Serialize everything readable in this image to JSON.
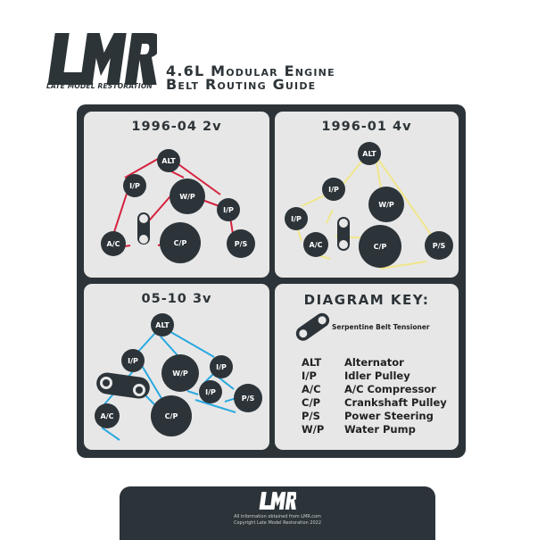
{
  "brand": {
    "logo_text": "LMR",
    "name": "LATE MODEL RESTORATION"
  },
  "title": {
    "line1": "4.6L Modular Engine",
    "line2": "Belt Routing Guide"
  },
  "colors": {
    "dark": "#2c3439",
    "panel": "#e7e7e7",
    "belt_2v": "#d6213d",
    "belt_4v": "#f1e68b",
    "belt_3v": "#29a8e0"
  },
  "diagrams": [
    {
      "title": "1996-04 2v",
      "belt_color": "#d6213d",
      "pulleys": [
        {
          "label": "ALT",
          "id": "alt"
        },
        {
          "label": "I/P",
          "id": "ip1"
        },
        {
          "label": "W/P",
          "id": "wp"
        },
        {
          "label": "I/P",
          "id": "ip2"
        },
        {
          "label": "A/C",
          "id": "ac"
        },
        {
          "label": "C/P",
          "id": "cp"
        },
        {
          "label": "P/S",
          "id": "ps"
        }
      ]
    },
    {
      "title": "1996-01 4v",
      "belt_color": "#f1e68b",
      "pulleys": [
        {
          "label": "ALT",
          "id": "alt"
        },
        {
          "label": "I/P",
          "id": "ip1"
        },
        {
          "label": "W/P",
          "id": "wp"
        },
        {
          "label": "I/P",
          "id": "ip2"
        },
        {
          "label": "A/C",
          "id": "ac"
        },
        {
          "label": "C/P",
          "id": "cp"
        },
        {
          "label": "P/S",
          "id": "ps"
        }
      ]
    },
    {
      "title": "05-10 3v",
      "belt_color": "#29a8e0",
      "pulleys": [
        {
          "label": "ALT",
          "id": "alt"
        },
        {
          "label": "I/P",
          "id": "ip1"
        },
        {
          "label": "W/P",
          "id": "wp"
        },
        {
          "label": "I/P",
          "id": "ip2"
        },
        {
          "label": "I/P",
          "id": "ip3"
        },
        {
          "label": "P/S",
          "id": "ps"
        },
        {
          "label": "A/C",
          "id": "ac"
        },
        {
          "label": "C/P",
          "id": "cp"
        }
      ]
    }
  ],
  "key": {
    "title": "DIAGRAM KEY:",
    "tensioner_label": "Serpentine Belt Tensioner",
    "items": [
      {
        "abbr": "ALT",
        "desc": "Alternator"
      },
      {
        "abbr": "I/P",
        "desc": "Idler Pulley"
      },
      {
        "abbr": "A/C",
        "desc": "A/C Compressor"
      },
      {
        "abbr": "C/P",
        "desc": "Crankshaft Pulley"
      },
      {
        "abbr": "P/S",
        "desc": "Power Steering"
      },
      {
        "abbr": "W/P",
        "desc": "Water Pump"
      }
    ]
  },
  "footer": {
    "logo_text": "LMR",
    "line1": "All information obtained from LMR.com",
    "line2": "Copyright Late Model Restoration 2022"
  }
}
